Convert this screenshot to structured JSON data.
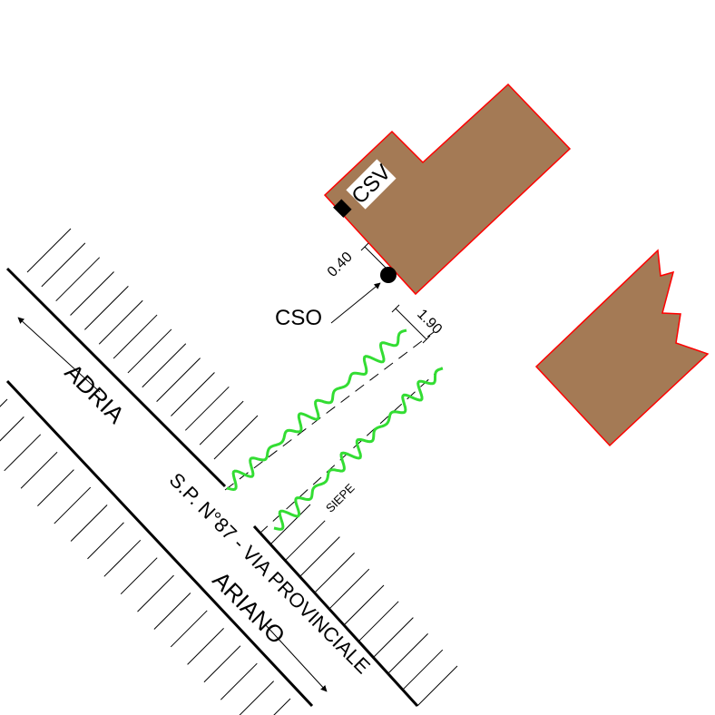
{
  "labels": {
    "adria": "ADRIA",
    "ariano": "ARIANO",
    "road": "S.P. N°87 - VIA PROVINCIALE",
    "hedge": "SIEPE",
    "csv": "CSV",
    "cso": "CSO",
    "dim_040": "0.40",
    "dim_190": "1.90"
  },
  "colors": {
    "building_fill": "#a47a55",
    "building_outline": "#ff0000",
    "hedge": "#33dd33",
    "line": "#000000"
  }
}
